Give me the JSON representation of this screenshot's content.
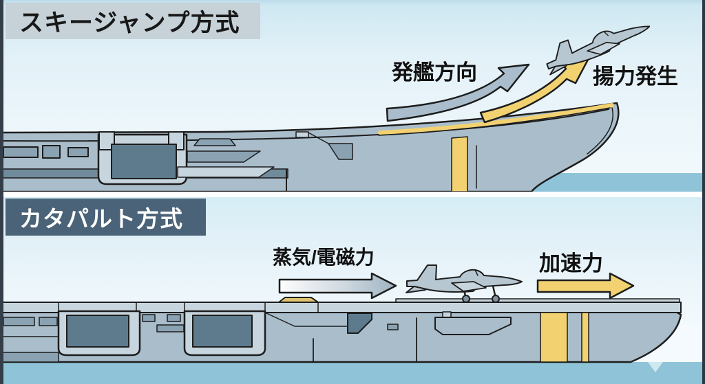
{
  "panels": [
    {
      "id": "ski-jump",
      "title": "スキージャンプ方式",
      "labels": {
        "direction": "発艦方向",
        "lift": "揚力発生"
      },
      "icons": {
        "direction_arrow": "curved-arrow-blue-gray",
        "lift_arrow": "curved-arrow-yellow",
        "aircraft": "fighter-jet-climbing",
        "ship": "ski-jump-bow-carrier"
      }
    },
    {
      "id": "catapult",
      "title": "カタパルト方式",
      "labels": {
        "force": "蒸気/電磁力",
        "acceleration": "加速力"
      },
      "icons": {
        "force_arrow": "straight-arrow-steam-gradient",
        "acceleration_arrow": "straight-arrow-yellow",
        "aircraft": "fighter-jet-on-deck",
        "ship": "flat-deck-catapult-carrier"
      }
    }
  ],
  "colors": {
    "sky_top": "#bcdcea",
    "sky_mid": "#e3f1f8",
    "sky_low": "#f4fafd",
    "sea": "#8ec3d8",
    "sea_notch": "#cfe8f2",
    "divider": "#ffffff",
    "frame_border": "#333e49",
    "outline": "#1d1d1d",
    "hull": "#a9bdcb",
    "hull_light": "#c7d5de",
    "hull_mid": "#8aa2b2",
    "hull_dark": "#708b9c",
    "hangar": "#5d7b8d",
    "jet": "#b7c7d2",
    "jet_wing": "#c6d4dd",
    "accent_yellow": "#f2d170",
    "shuttle_yellow": "#e0c36f",
    "arrow_blue": "#a9bdcc",
    "title1_bg": "#c6d1d8",
    "title1_text": "#181818",
    "title2_bg": "#4b6378",
    "title2_text": "#ffffff",
    "label_text": "#111111"
  }
}
